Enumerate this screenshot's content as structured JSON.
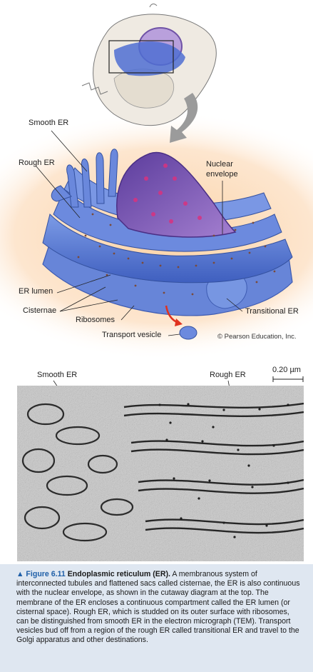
{
  "illustration": {
    "labels": {
      "smooth_er": "Smooth ER",
      "rough_er": "Rough ER",
      "nuclear_envelope_line1": "Nuclear",
      "nuclear_envelope_line2": "envelope",
      "er_lumen": "ER lumen",
      "cisternae": "Cisternae",
      "ribosomes": "Ribosomes",
      "transitional_er": "Transitional ER",
      "transport_vesicle": "Transport vesicle"
    },
    "copyright": "© Pearson Education, Inc.",
    "colors": {
      "er_blue": "#5b7fd6",
      "er_dark": "#3a58b0",
      "nucleus_purple": "#7d52b0",
      "glow": "#fbd9b6",
      "arrow_red": "#e0321e"
    }
  },
  "micrograph": {
    "labels": {
      "smooth_er": "Smooth ER",
      "rough_er": "Rough ER"
    },
    "scale_bar": "0.20 µm"
  },
  "caption": {
    "figure": "▲ Figure 6.11",
    "title": "Endoplasmic reticulum (ER).",
    "body": "A membranous system of interconnected tubules and flattened sacs called cisternae, the ER is also continuous with the nuclear envelope, as shown in the cutaway diagram at the top. The membrane of the ER encloses a continuous compartment called the ER lumen (or cisternal space). Rough ER, which is studded on its outer surface with ribosomes, can be distinguished from smooth ER in the electron micrograph (TEM). Transport vesicles bud off from a region of the rough ER called transitional ER and travel to the Golgi apparatus and other destinations."
  }
}
